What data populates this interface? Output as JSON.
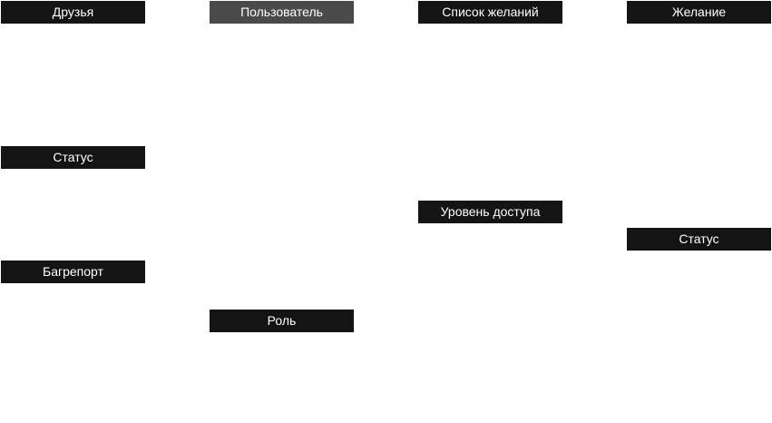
{
  "diagram": {
    "entities": [
      {
        "id": "friends",
        "label": "Друзья"
      },
      {
        "id": "user",
        "label": "Пользователь",
        "selected": true
      },
      {
        "id": "wishlist",
        "label": "Список желаний"
      },
      {
        "id": "wish",
        "label": "Желание"
      },
      {
        "id": "status_1",
        "label": "Статус"
      },
      {
        "id": "access_level",
        "label": "Уровень доступа"
      },
      {
        "id": "status_2",
        "label": "Статус"
      },
      {
        "id": "bugreport",
        "label": "Багрепорт"
      },
      {
        "id": "role",
        "label": "Роль"
      }
    ]
  },
  "colors": {
    "header_background": "#141414",
    "selected_header_background": "#4a4a4a",
    "header_text": "#ffffff",
    "canvas_background": "#ffffff"
  }
}
